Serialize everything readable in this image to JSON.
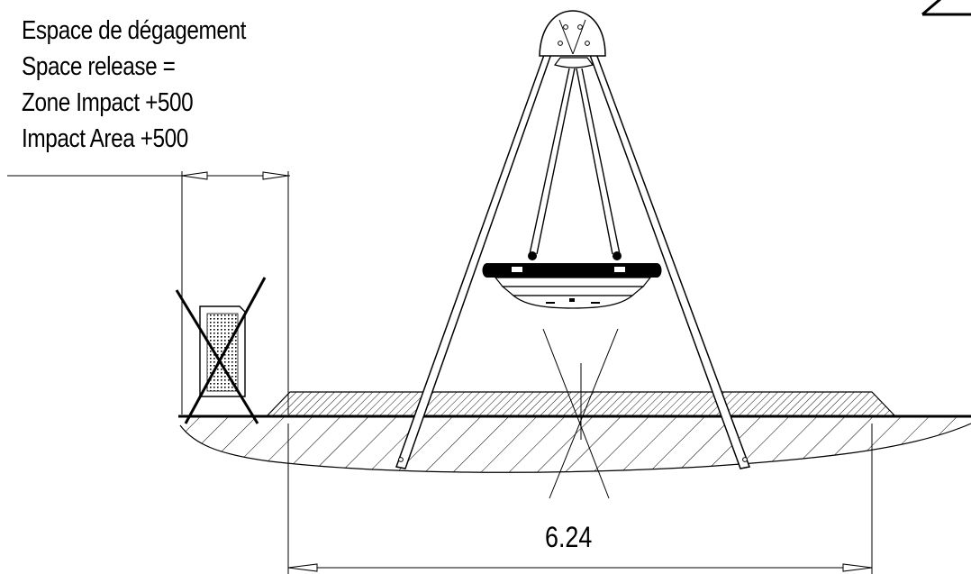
{
  "clearance_labels": [
    "Espace de dégagement",
    "Space release =",
    "Zone Impact +500",
    "Impact Area +500"
  ],
  "dimension": {
    "value": "6.24"
  },
  "colors": {
    "ink": "#000000",
    "background": "#ffffff"
  },
  "icons": {
    "swing": "nest-swing-frame-icon",
    "obstacle": "crossed-out-bin-icon"
  }
}
